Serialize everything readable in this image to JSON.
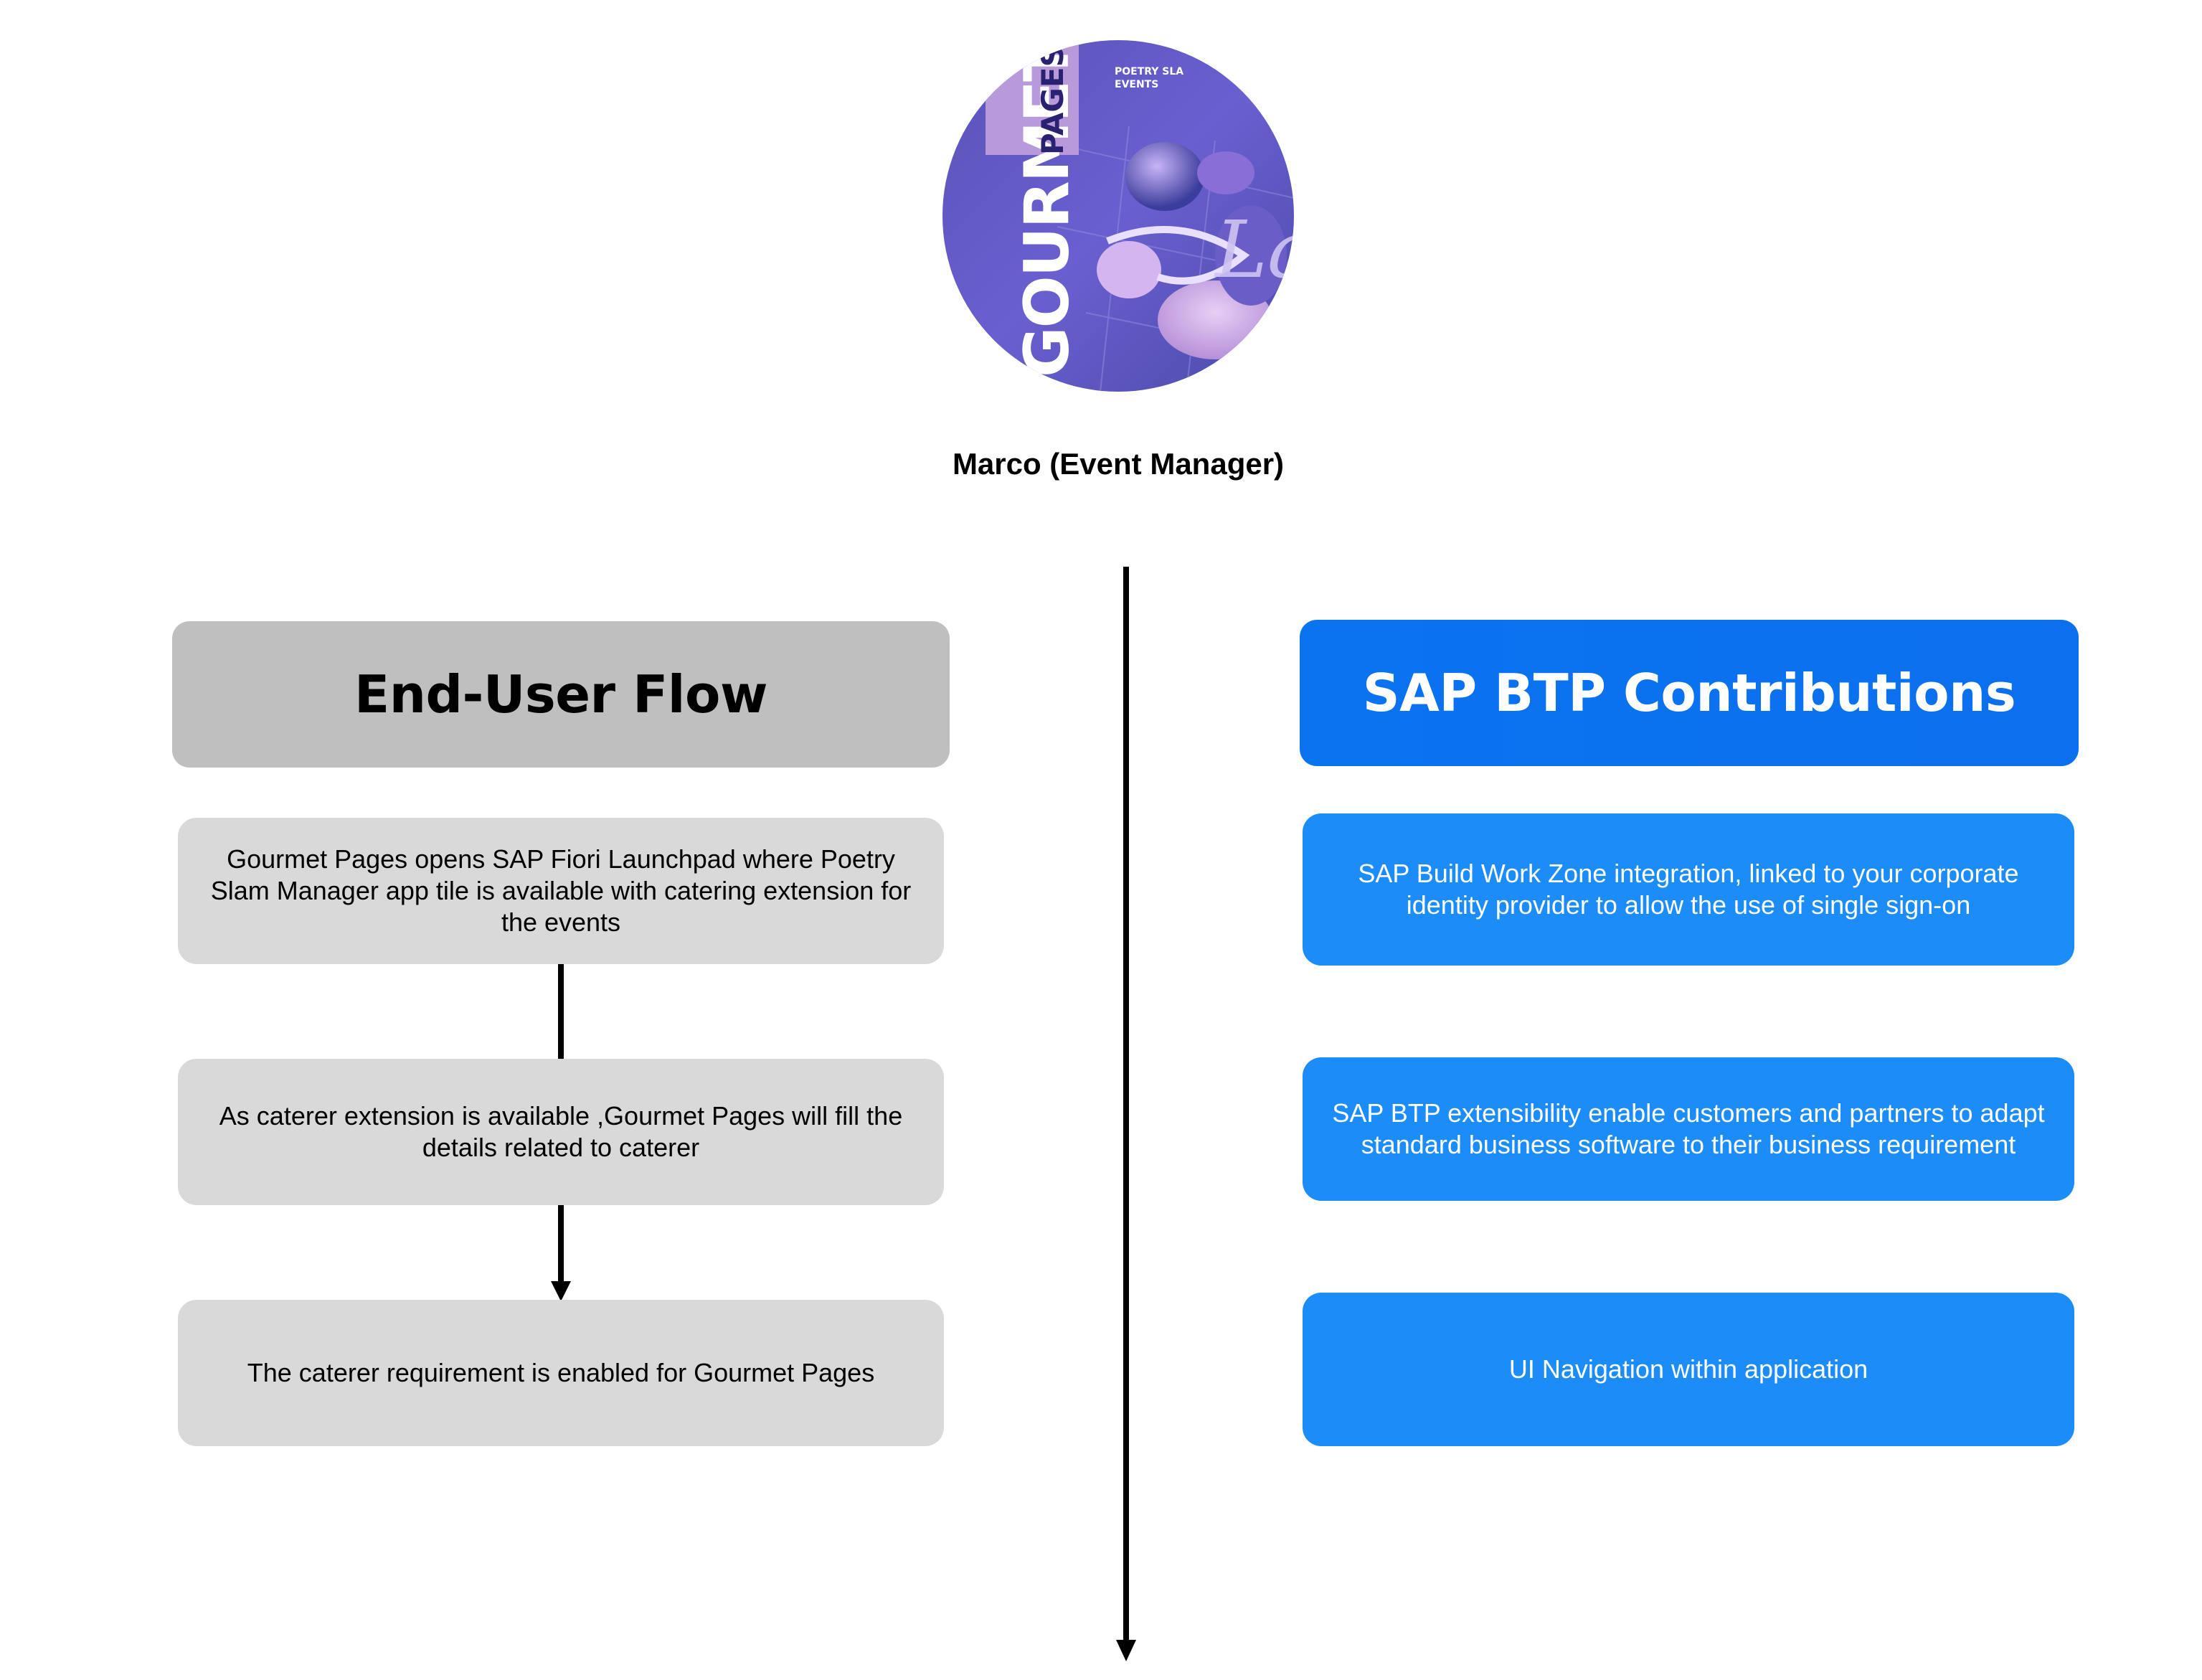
{
  "persona": {
    "avatar_image_text": {
      "brand": "GOURMET",
      "brand_sub": "PAGES",
      "tagline_1": "POETRY SLA",
      "tagline_2": "EVENTS"
    },
    "name": "Marco (Event Manager)"
  },
  "end_user_flow": {
    "header": "End-User Flow",
    "steps": [
      "Gourmet Pages opens SAP Fiori Launchpad where Poetry Slam Manager app tile is available with catering extension for the events",
      "As caterer extension is available ,Gourmet Pages will fill the details related to caterer",
      "The caterer requirement is enabled for Gourmet Pages"
    ]
  },
  "btp_contributions": {
    "header": "SAP BTP Contributions",
    "items": [
      "SAP Build Work Zone integration, linked to your corporate identity provider to allow the use of single sign-on",
      "SAP BTP extensibility enable customers and partners to adapt standard business software to their business requirement",
      "UI Navigation within application"
    ]
  },
  "colors": {
    "grey_header": "#bfbfbf",
    "grey_step": "#d9d9d9",
    "blue_header": "#0a73f0",
    "blue_step": "#1b8cf8"
  }
}
